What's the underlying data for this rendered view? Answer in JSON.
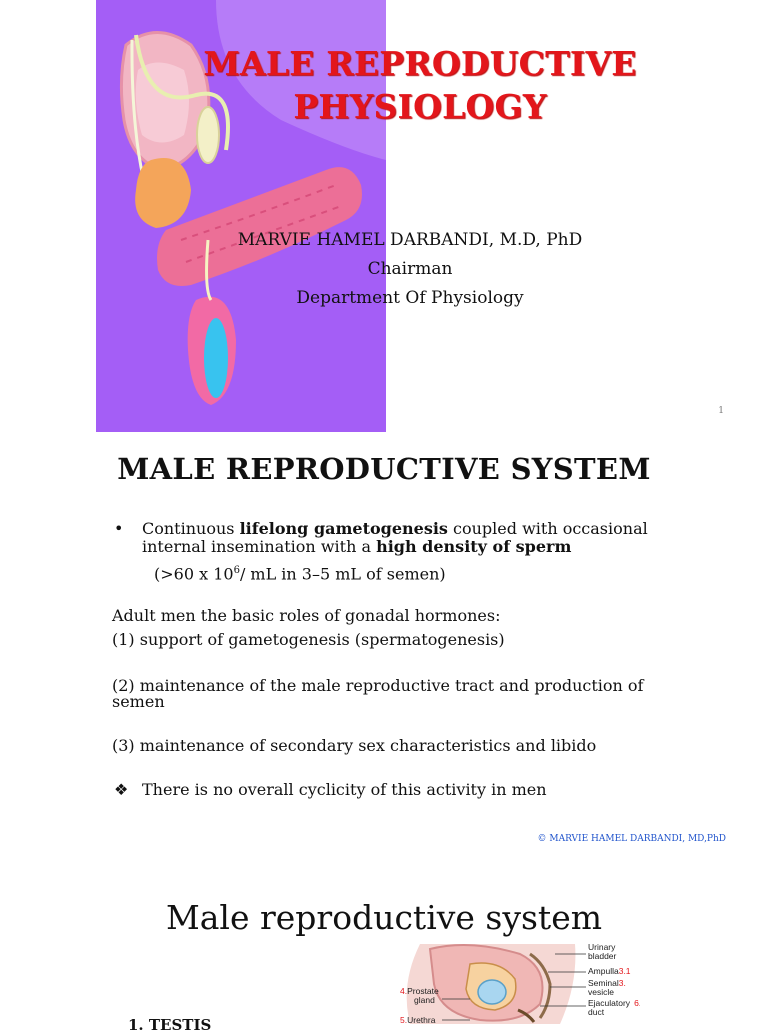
{
  "slide1": {
    "title_line1": "MALE REPRODUCTIVE",
    "title_line2": "PHYSIOLOGY",
    "author": "MARVIE HAMEL DARBANDI, M.D, PhD",
    "role": "Chairman",
    "department": "Department Of Physiology",
    "page_number": "1",
    "colors": {
      "background_purple": "#a35cf5",
      "title_red": "#e3161b"
    }
  },
  "slide2": {
    "heading": "MALE REPRODUCTIVE SYSTEM",
    "bullet_marker": "•",
    "bullet_pre": "Continuous ",
    "bullet_bold1": "lifelong gametogenesis",
    "bullet_mid": " coupled with occasional internal insemination with a ",
    "bullet_bold2": "high density of sperm",
    "bullet_sub_a": "(>60 x 10",
    "bullet_sub_sup": "6",
    "bullet_sub_b": "/ mL in 3–5 mL of semen)",
    "intro": "Adult men the basic roles of gonadal hormones:",
    "role1": "(1)   support of gametogenesis (spermatogenesis)",
    "role2": "(2) maintenance of the male reproductive tract and production of semen",
    "role3": "(3) maintenance of secondary sex characteristics and libido",
    "diamond_marker": "❖",
    "note": "There is no overall cyclicity of this activity in men",
    "copyright": "© MARVIE HAMEL DARBANDI, MD,PhD"
  },
  "slide3": {
    "heading": "Male reproductive system",
    "list_item": "1. TESTIS",
    "labels": {
      "urinary_bladder_1": "Urinary",
      "urinary_bladder_2": "bladder",
      "ampulla": "Ampulla",
      "ampulla_ref": "3.1",
      "seminal_1": "Seminal",
      "seminal_ref": "3.",
      "seminal_2": "vesicle",
      "ejaculatory_1": "Ejaculatory",
      "ejaculatory_ref": "6.",
      "ejaculatory_2": "duct",
      "prostate_ref": "4.",
      "prostate_1": "Prostate",
      "prostate_2": "gland",
      "urethra_ref": "5.",
      "urethra": "Urethra"
    }
  }
}
